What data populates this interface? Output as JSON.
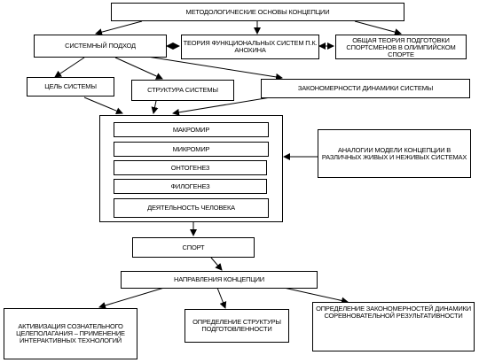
{
  "boxes": {
    "methodological": "Методологические основы концепции",
    "system_approach": "Системный подход",
    "functional_systems": "Теория функциональных систем П.К. Анохина",
    "general_theory": "Общая теория подготовки спортсменов в олимпийском спорте",
    "system_goal": "Цель системы",
    "system_structure": "Структура системы",
    "dynamics_laws": "Закономерности динамики системы",
    "macroworld": "Макромир",
    "microworld": "Микромир",
    "ontogenesis": "Онтогенез",
    "phylogenesis": "Филогенез",
    "human_activity": "Деятельность человека",
    "analogies": "Аналогии модели концепции в различных живых и неживых системах",
    "sport": "Спорт",
    "concept_directions": "Направления концепции",
    "goal_activation": "Активизация сознательного целеполагания – применение интерактивных технологий",
    "readiness_structure": "Определение структуры подготовленности",
    "performance_laws": "Определение закономерностей динамики соревновательной результативности"
  }
}
